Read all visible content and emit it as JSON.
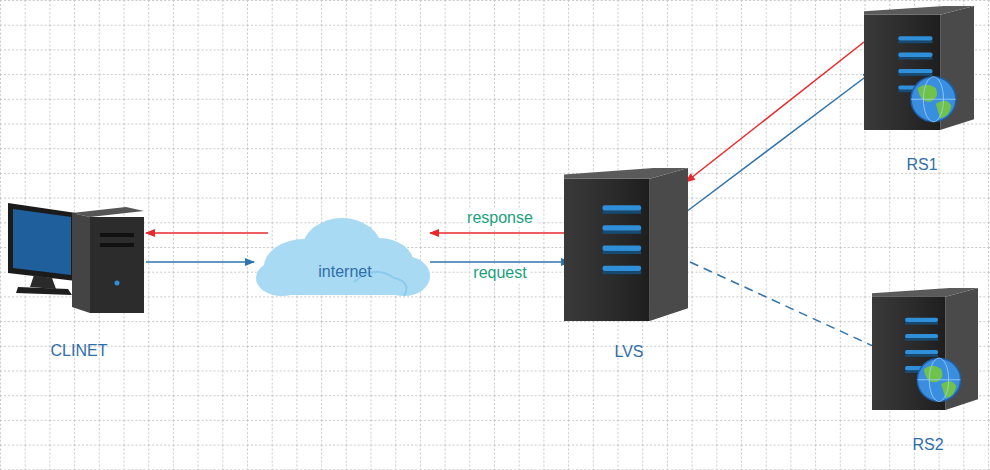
{
  "diagram": {
    "nodes": [
      {
        "text": [
          "CLINET"
        ]
      },
      {
        "text": [
          "internet"
        ]
      },
      {
        "text": [
          "LVS"
        ]
      },
      {
        "text": [
          "RS1"
        ]
      },
      {
        "text": [
          "RS2"
        ]
      }
    ],
    "edges": [
      {
        "from": 0,
        "to": 1,
        "arrow": "to"
      },
      {
        "from": 1,
        "to": 2,
        "label": "request",
        "arrow": "to"
      },
      {
        "from": 2,
        "to": 1,
        "label": "response",
        "arrow": "to"
      },
      {
        "from": 1,
        "to": 0,
        "arrow": "to"
      },
      {
        "from": 2,
        "to": 3,
        "arrow": "to"
      },
      {
        "from": 3,
        "to": 2,
        "arrow": "to"
      },
      {
        "from": 2,
        "to": 4,
        "arrow": "to"
      }
    ]
  }
}
